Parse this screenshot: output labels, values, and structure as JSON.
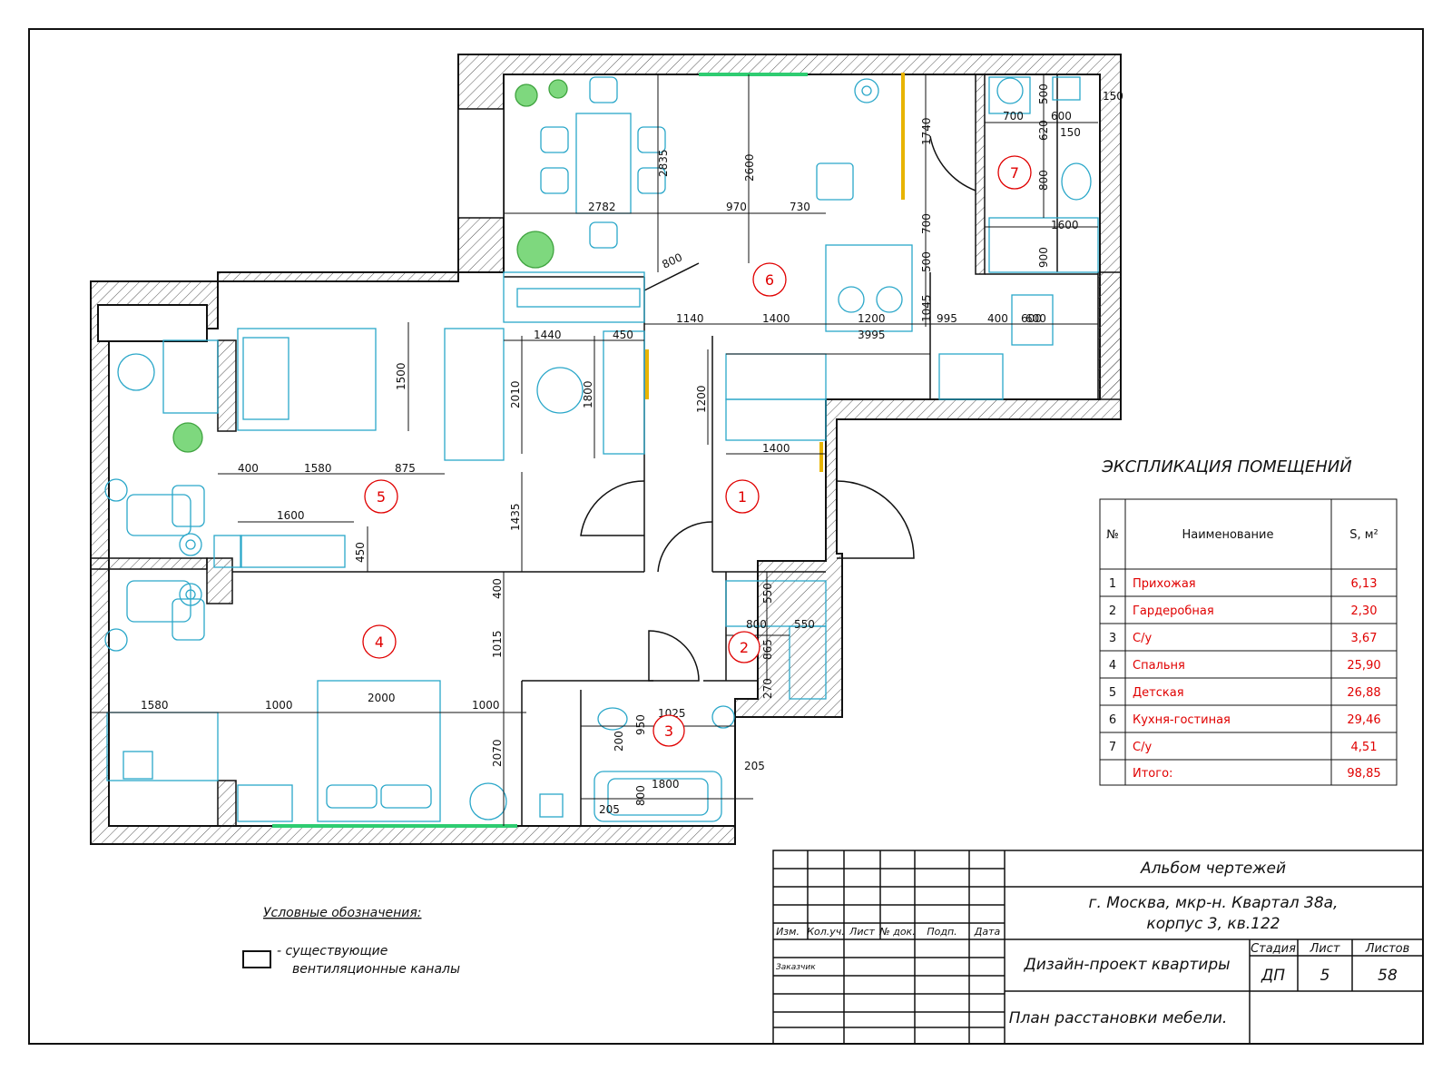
{
  "explication": {
    "title": "ЭКСПЛИКАЦИЯ ПОМЕЩЕНИЙ",
    "headers": {
      "num": "№",
      "name": "Наименование",
      "area": "S, м²"
    },
    "rows": [
      {
        "num": "1",
        "name": "Прихожая",
        "area": "6,13"
      },
      {
        "num": "2",
        "name": "Гардеробная",
        "area": "2,30"
      },
      {
        "num": "3",
        "name": "С/у",
        "area": "3,67"
      },
      {
        "num": "4",
        "name": "Спальня",
        "area": "25,90"
      },
      {
        "num": "5",
        "name": "Детская",
        "area": "26,88"
      },
      {
        "num": "6",
        "name": "Кухня-гостиная",
        "area": "29,46"
      },
      {
        "num": "7",
        "name": "С/у",
        "area": "4,51"
      }
    ],
    "total": {
      "name": "Итого:",
      "area": "98,85"
    }
  },
  "legend": {
    "title": "Условные обозначения:",
    "line1": "- существующие",
    "line2": "вентиляционные каналы"
  },
  "title_block": {
    "album": "Альбом чертежей",
    "address1": "г. Москва, мкр-н. Квартал 38а,",
    "address2": "корпус 3, кв.122",
    "project": "Дизайн-проект квартиры",
    "sheet_title": "План расстановки мебели.",
    "col_izm": "Изм.",
    "col_koluch": "Кол.уч.",
    "col_list": "Лист",
    "col_ndok": "№ док.",
    "col_podp": "Подп.",
    "col_data": "Дата",
    "customer": "Заказчик",
    "stage_label": "Стадия",
    "sheet_label": "Лист",
    "sheets_label": "Листов",
    "stage": "ДП",
    "sheet": "5",
    "sheets": "58"
  },
  "room_markers": [
    "1",
    "2",
    "3",
    "4",
    "5",
    "6",
    "7"
  ],
  "dimensions": {
    "d2782": "2782",
    "d2835": "2835",
    "d2600": "2600",
    "d970": "970",
    "d730": "730",
    "d800a": "800",
    "d1740": "1740",
    "d700a": "700",
    "d500a": "500",
    "d1045": "1045",
    "d700b": "700",
    "d600a": "600",
    "d150a": "150",
    "d150b": "150",
    "d620": "620",
    "d500b": "500",
    "d800b": "800",
    "d1600a": "1600",
    "d900": "900",
    "d600b": "600",
    "d1440": "1440",
    "d450a": "450",
    "d1140": "1140",
    "d1400a": "1400",
    "d1200a": "1200",
    "d3995": "3995",
    "d995": "995",
    "d400a": "400",
    "d600c": "600",
    "d1500": "1500",
    "d2010": "2010",
    "d1800a": "1800",
    "d1200b": "1200",
    "d1400b": "1400",
    "d400b": "400",
    "d1580a": "1580",
    "d875": "875",
    "d1600b": "1600",
    "d450b": "450",
    "d1435": "1435",
    "d550a": "550",
    "d550b": "550",
    "d800c": "800",
    "d865": "865",
    "d270": "270",
    "d400c": "400",
    "d1015": "1015",
    "d1580b": "1580",
    "d1000a": "1000",
    "d2000": "2000",
    "d1000b": "1000",
    "d2070": "2070",
    "d1025": "1025",
    "d950": "950",
    "d200": "200",
    "d205a": "205",
    "d800d": "800",
    "d1800b": "1800",
    "d205b": "205"
  },
  "colors": {
    "line": "#111111",
    "furniture": "#2aa7c9",
    "accent_red": "#e00000",
    "window_green": "#2ecc71",
    "door_yellow": "#e8b400"
  }
}
